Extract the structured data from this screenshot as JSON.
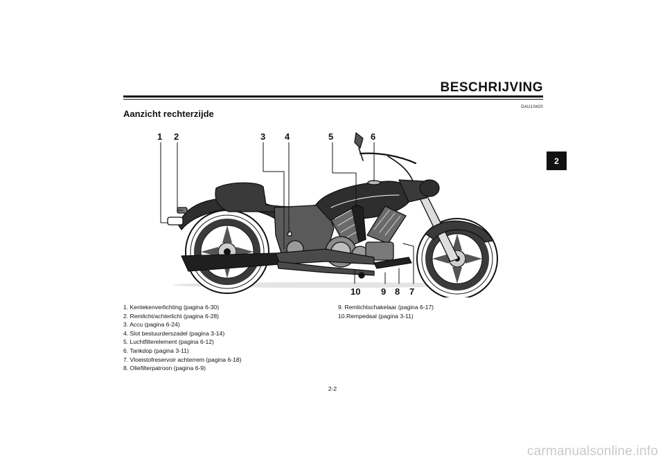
{
  "header": {
    "title": "BESCHRIJVING",
    "chapter_tab": "2",
    "doc_code": "DAU10420"
  },
  "section": {
    "heading": "Aanzicht rechterzijde"
  },
  "callouts": {
    "top": [
      "1",
      "2",
      "3",
      "4",
      "5",
      "6"
    ],
    "bottom": [
      "10",
      "9",
      "8",
      "7"
    ]
  },
  "legend": {
    "left": [
      "1. Kentekenverlichting (pagina 6-30)",
      "2. Remlicht/achterlicht (pagina 6-28)",
      "3. Accu (pagina 6-24)",
      "4. Slot bestuurderszadel (pagina 3-14)",
      "5. Luchtfilterelement (pagina 6-12)",
      "6. Tankdop (pagina 3-11)",
      "7. Vloeistofreservoir achterrem (pagina 6-18)",
      "8. Oliefilterpatroon (pagina 6-9)"
    ],
    "right": [
      "9. Remlichtschakelaar (pagina 6-17)",
      "10.Rempedaal (pagina 3-11)"
    ]
  },
  "footer": {
    "page_number": "2-2",
    "watermark": "carmanualsonline.info"
  },
  "colors": {
    "ink": "#111111",
    "watermark": "#c9c9c9"
  }
}
